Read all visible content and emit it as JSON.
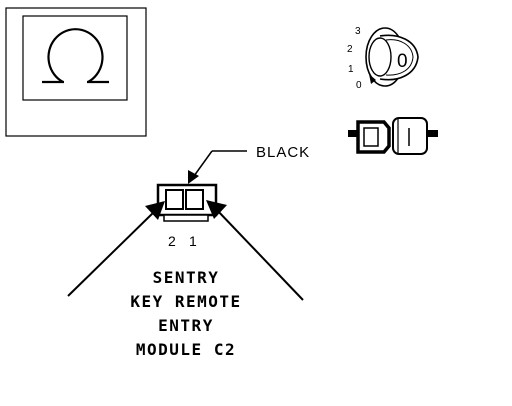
{
  "connector_color": "BLACK",
  "pin_labels": [
    "2",
    "1"
  ],
  "component_title": [
    "SENTRY",
    "KEY REMOTE",
    "ENTRY",
    "MODULE C2"
  ],
  "ignition_positions": [
    "3",
    "2",
    "1",
    "0"
  ],
  "key_glyph": "0",
  "icons": {
    "symbol": "omega-connector-symbol-icon",
    "ignition": "ignition-key-cylinder-icon",
    "connector": "connector-halves-icon"
  }
}
